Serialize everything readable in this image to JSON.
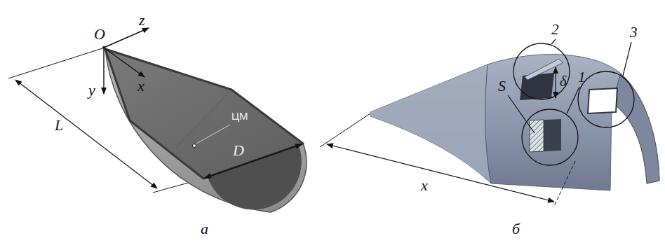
{
  "diagram": {
    "labels": [
      "O",
      "z",
      "x",
      "y",
      "L",
      "ЦМ",
      "D",
      "а",
      "2",
      "S",
      "1",
      "3",
      "δ",
      "x",
      "б"
    ]
  }
}
